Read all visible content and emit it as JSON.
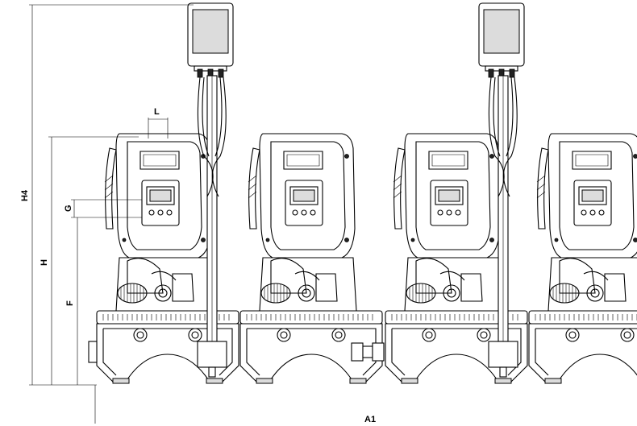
{
  "dimensions": {
    "h4": "H4",
    "h": "H",
    "g": "G",
    "f": "F",
    "l": "L",
    "a1": "A1"
  }
}
